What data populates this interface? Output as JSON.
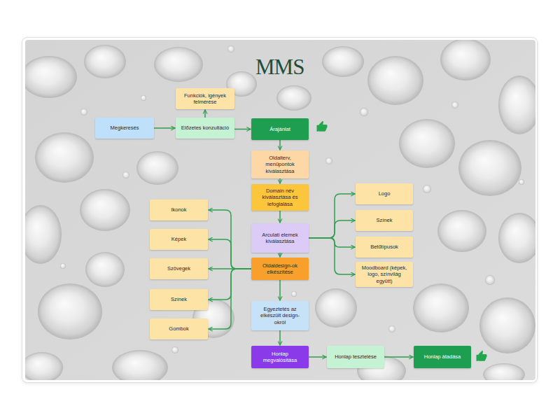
{
  "diagram": {
    "nodes": [
      {
        "text": [
          "Megkeresés"
        ]
      },
      {
        "text": [
          "Előzetes konzultáció"
        ]
      },
      {
        "text": [
          "Funkciók, igények felmérése"
        ]
      },
      {
        "text": [
          "Árajánlat"
        ]
      },
      {
        "text": [
          "Oldalterv, menüpontok kiválasztása"
        ]
      },
      {
        "text": [
          "Domain név kiválasztása és lefoglalása"
        ]
      },
      {
        "text": [
          "Arculati elemek kiválasztása"
        ]
      },
      {
        "text": [
          "Oldaldesign-ok elkészítése"
        ]
      },
      {
        "text": [
          "Egyeztetés az elkészült design-okról"
        ]
      },
      {
        "text": [
          "Honlap megvalósítása"
        ]
      },
      {
        "text": [
          "Honlap tesztelése"
        ]
      },
      {
        "text": [
          "Honlap átadása"
        ]
      },
      {
        "text": [
          "Logo"
        ]
      },
      {
        "text": [
          "Színek"
        ]
      },
      {
        "text": [
          "Betűtípusok"
        ]
      },
      {
        "text": [
          "Moodboard (képek, logo, színvilág együtt)"
        ]
      },
      {
        "text": [
          "Ikonok"
        ]
      },
      {
        "text": [
          "Képek"
        ]
      },
      {
        "text": [
          "Szövegek"
        ]
      },
      {
        "text": [
          "Színek"
        ]
      },
      {
        "text": [
          "Gombok"
        ]
      }
    ],
    "edges": [
      {
        "from": 0,
        "to": 1,
        "arrow": "to"
      },
      {
        "from": 1,
        "to": 2,
        "arrow": "to"
      },
      {
        "from": 1,
        "to": 3,
        "arrow": "to"
      },
      {
        "from": 3,
        "to": 4,
        "arrow": "to"
      },
      {
        "from": 4,
        "to": 5,
        "arrow": "to"
      },
      {
        "from": 5,
        "to": 6,
        "arrow": "to"
      },
      {
        "from": 6,
        "to": 7,
        "arrow": "to"
      },
      {
        "from": 7,
        "to": 8,
        "arrow": "to"
      },
      {
        "from": 8,
        "to": 9,
        "arrow": "to"
      },
      {
        "from": 9,
        "to": 10,
        "arrow": "to"
      },
      {
        "from": 10,
        "to": 11,
        "arrow": "to"
      },
      {
        "from": 6,
        "to": 12,
        "arrow": "to"
      },
      {
        "from": 6,
        "to": 13,
        "arrow": "to"
      },
      {
        "from": 6,
        "to": 14,
        "arrow": "to"
      },
      {
        "from": 6,
        "to": 15,
        "arrow": "to"
      },
      {
        "from": 7,
        "to": 16,
        "arrow": "to"
      },
      {
        "from": 7,
        "to": 17,
        "arrow": "to"
      },
      {
        "from": 7,
        "to": 18,
        "arrow": "to"
      },
      {
        "from": 7,
        "to": 19,
        "arrow": "to"
      },
      {
        "from": 7,
        "to": 20,
        "arrow": "to"
      }
    ],
    "labels": [
      "MMS"
    ]
  }
}
